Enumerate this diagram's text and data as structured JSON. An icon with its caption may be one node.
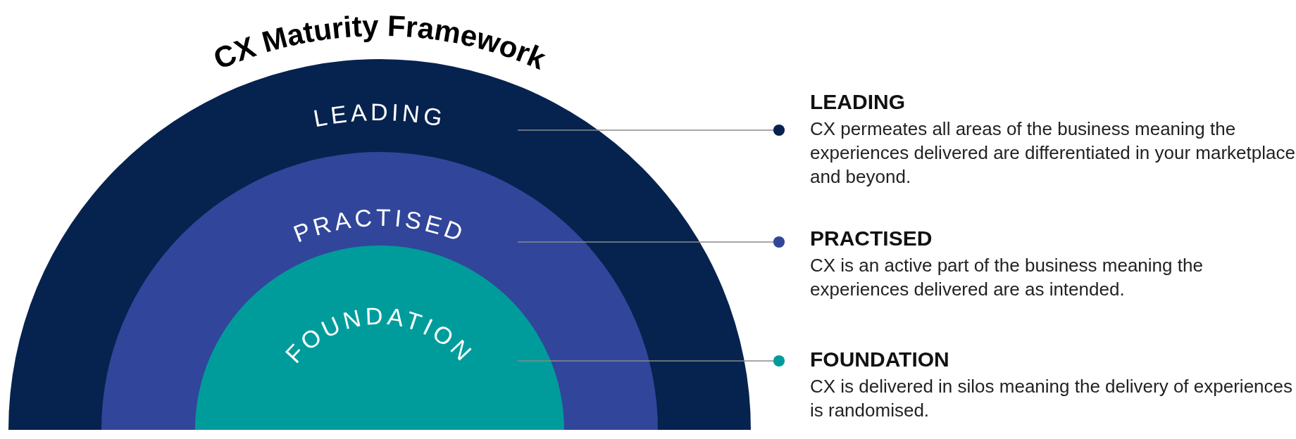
{
  "diagram": {
    "title": "CX Maturity Framework",
    "nodes": [
      {
        "text": [
          "LEADING"
        ]
      },
      {
        "text": [
          "PRACTISED"
        ],
        "in": 0
      },
      {
        "text": [
          "FOUNDATION"
        ],
        "in": 1
      },
      {
        "text": [
          "LEADING",
          "CX permeates all areas of the business meaning the experiences delivered are differentiated in your marketplace and beyond."
        ]
      },
      {
        "text": [
          "PRACTISED",
          "CX is an active part of the business meaning the experiences delivered are as intended."
        ]
      },
      {
        "text": [
          "FOUNDATION",
          "CX is delivered in silos meaning the delivery of experiences is randomised."
        ]
      }
    ],
    "edges": [
      {
        "from": 0,
        "to": 3,
        "arrow": "other"
      },
      {
        "from": 1,
        "to": 4,
        "arrow": "other"
      },
      {
        "from": 2,
        "to": 5,
        "arrow": "other"
      }
    ]
  }
}
